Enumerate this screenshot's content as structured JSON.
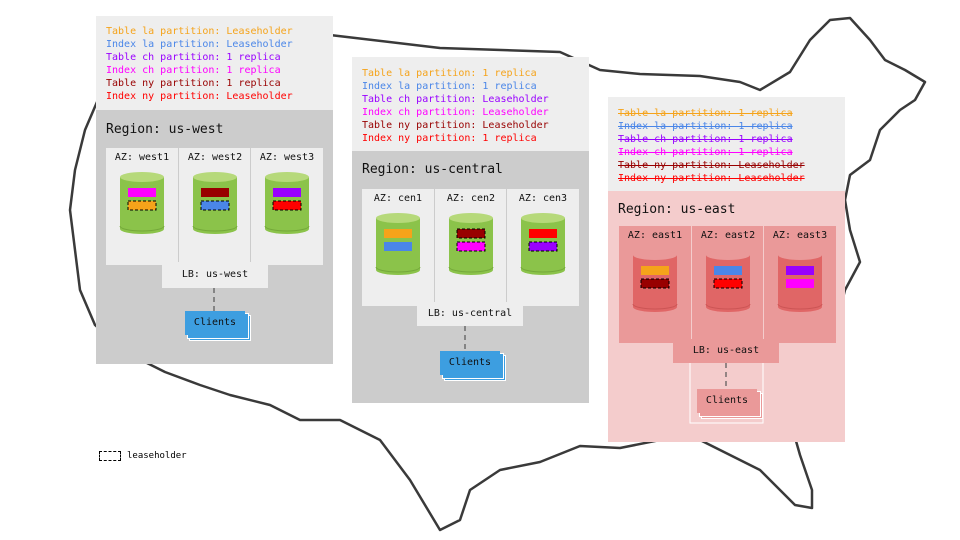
{
  "colors": {
    "table_la": "#f5a31a",
    "index_la": "#4a86e8",
    "table_ch": "#9900ff",
    "index_ch": "#ff00ff",
    "table_ny": "#980000",
    "index_ny": "#ff0000",
    "green_db": "#8bc34a",
    "red_db": "#e06666",
    "gray_region": "#cccccc",
    "pink_region": "#f4cccc",
    "clients_blue": "#3d9ee0"
  },
  "regions": [
    {
      "name": "Region: us-west",
      "legend": [
        {
          "text": "Table la partition: Leaseholder",
          "color": "#f5a31a",
          "strike": false
        },
        {
          "text": "Index la partition: Leaseholder",
          "color": "#4a86e8",
          "strike": false
        },
        {
          "text": "Table ch partition: 1 replica",
          "color": "#9900ff",
          "strike": false
        },
        {
          "text": "Index ch partition: 1 replica",
          "color": "#ff00ff",
          "strike": false
        },
        {
          "text": "Table ny partition: 1 replica",
          "color": "#980000",
          "strike": false
        },
        {
          "text": "Index ny partition: Leaseholder",
          "color": "#ff0000",
          "strike": false
        }
      ],
      "zones": [
        {
          "label": "AZ: west1",
          "db": "green",
          "blocks": [
            {
              "color": "#ff00ff",
              "leaseholder": false
            },
            {
              "color": "#f5a31a",
              "leaseholder": true
            }
          ]
        },
        {
          "label": "AZ: west2",
          "db": "green",
          "blocks": [
            {
              "color": "#980000",
              "leaseholder": false
            },
            {
              "color": "#4a86e8",
              "leaseholder": true
            }
          ]
        },
        {
          "label": "AZ: west3",
          "db": "green",
          "blocks": [
            {
              "color": "#9900ff",
              "leaseholder": false
            },
            {
              "color": "#ff0000",
              "leaseholder": true
            }
          ]
        }
      ],
      "lb": "LB: us-west",
      "clients": "Clients"
    },
    {
      "name": "Region: us-central",
      "legend": [
        {
          "text": "Table la partition: 1 replica",
          "color": "#f5a31a",
          "strike": false
        },
        {
          "text": "Index la partition: 1 replica",
          "color": "#4a86e8",
          "strike": false
        },
        {
          "text": "Table ch partition: Leaseholder",
          "color": "#9900ff",
          "strike": false
        },
        {
          "text": "Index ch partition: Leaseholder",
          "color": "#ff00ff",
          "strike": false
        },
        {
          "text": "Table ny partition: Leaseholder",
          "color": "#980000",
          "strike": false
        },
        {
          "text": "Index ny partition: 1 replica",
          "color": "#ff0000",
          "strike": false
        }
      ],
      "zones": [
        {
          "label": "AZ: cen1",
          "db": "green",
          "blocks": [
            {
              "color": "#f5a31a",
              "leaseholder": false
            },
            {
              "color": "#4a86e8",
              "leaseholder": false
            }
          ]
        },
        {
          "label": "AZ: cen2",
          "db": "green",
          "blocks": [
            {
              "color": "#980000",
              "leaseholder": true
            },
            {
              "color": "#ff00ff",
              "leaseholder": true
            }
          ]
        },
        {
          "label": "AZ: cen3",
          "db": "green",
          "blocks": [
            {
              "color": "#ff0000",
              "leaseholder": false
            },
            {
              "color": "#9900ff",
              "leaseholder": true
            }
          ]
        }
      ],
      "lb": "LB: us-central",
      "clients": "Clients"
    },
    {
      "name": "Region: us-east",
      "legend": [
        {
          "text": "Table la partition: 1 replica",
          "color": "#f5a31a",
          "strike": true
        },
        {
          "text": "Index la partition: 1 replica",
          "color": "#4a86e8",
          "strike": true
        },
        {
          "text": "Table ch partition: 1 replica",
          "color": "#9900ff",
          "strike": true
        },
        {
          "text": "Index ch partition: 1 replica",
          "color": "#ff00ff",
          "strike": true
        },
        {
          "text": "Table ny partition: Leaseholder",
          "color": "#980000",
          "strike": true
        },
        {
          "text": "Index ny partition: Leaseholder",
          "color": "#ff0000",
          "strike": true
        }
      ],
      "zones": [
        {
          "label": "AZ: east1",
          "db": "red",
          "blocks": [
            {
              "color": "#f5a31a",
              "leaseholder": false
            },
            {
              "color": "#980000",
              "leaseholder": true
            }
          ]
        },
        {
          "label": "AZ: east2",
          "db": "red",
          "blocks": [
            {
              "color": "#4a86e8",
              "leaseholder": false
            },
            {
              "color": "#ff0000",
              "leaseholder": true
            }
          ]
        },
        {
          "label": "AZ: east3",
          "db": "red",
          "blocks": [
            {
              "color": "#9900ff",
              "leaseholder": false
            },
            {
              "color": "#ff00ff",
              "leaseholder": false
            }
          ]
        }
      ],
      "lb": "LB: us-east",
      "clients": "Clients"
    }
  ],
  "legend_key": {
    "text": "leaseholder"
  }
}
